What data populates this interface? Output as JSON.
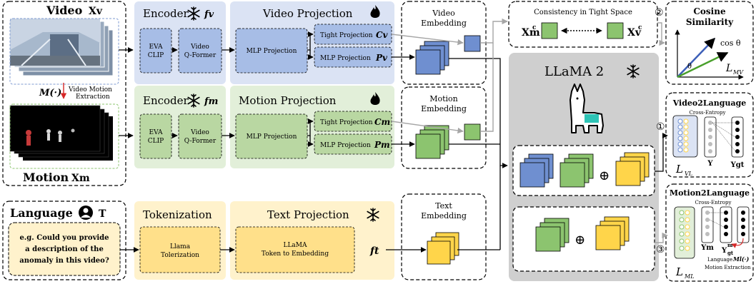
{
  "inputs": {
    "video_label": "Video",
    "video_symbol": "Xv",
    "motion_op": "M(·)",
    "motion_op_caption_1": "Video Motion",
    "motion_op_caption_2": "Extraction",
    "motion_label": "Motion",
    "motion_symbol": "Xm",
    "language_label": "Language",
    "language_symbol": "T",
    "prompt_line_1": "e.g. Could you provide",
    "prompt_line_2": "a description of the",
    "prompt_line_3": "anomaly in this video?"
  },
  "video_encoder": {
    "title": "Encoder",
    "symbol": "fv",
    "block_1_line_1": "EVA",
    "block_1_line_2": "CLIP",
    "block_2_line_1": "Video",
    "block_2_line_2": "Q-Former"
  },
  "video_projection": {
    "title": "Video Projection",
    "mlp_label": "MLP Projection",
    "tight_label": "Tight Projection",
    "tight_symbol": "Cv",
    "mlp2_label": "MLP Projection",
    "mlp2_symbol": "Pv"
  },
  "motion_encoder": {
    "title": "Encoder",
    "symbol": "fm",
    "block_1_line_1": "EVA",
    "block_1_line_2": "CLIP",
    "block_2_line_1": "Video",
    "block_2_line_2": "Q-Former"
  },
  "motion_projection": {
    "title": "Motion Projection",
    "mlp_label": "MLP Projection",
    "tight_label": "Tight Projection",
    "tight_symbol": "Cm",
    "mlp2_label": "MLP Projection",
    "mlp2_symbol": "Pm"
  },
  "tokenization": {
    "title": "Tokenization",
    "block_line_1": "Llama",
    "block_line_2": "Tolerization"
  },
  "text_projection": {
    "title": "Text Projection",
    "block_line_1": "LLaMA",
    "block_line_2": "Token to Embedding",
    "symbol": "ft"
  },
  "embeddings": {
    "video_line_1": "Video",
    "video_line_2": "Embedding",
    "motion_line_1": "Motion",
    "motion_line_2": "Embedding",
    "text_line_1": "Text",
    "text_line_2": "Embedding"
  },
  "consistency": {
    "title": "Consistency in Tight Space",
    "left_symbol": "Xm",
    "left_sup": "c",
    "right_symbol": "Xv",
    "right_sup": "c"
  },
  "llama": {
    "title": "LLaMA 2",
    "oplus_1": "⊕",
    "oplus_2": "⊕"
  },
  "cosine": {
    "title_line_1": "Cosine",
    "title_line_2": "Similarity",
    "cos_label": "cos θ",
    "theta": "θ",
    "loss": "L",
    "loss_sub": "MV",
    "step": "②"
  },
  "video2language": {
    "title": "Video2Language",
    "ce": "Cross-Entropy",
    "y_label": "Y",
    "ygt_label": "Ygt",
    "loss": "L",
    "loss_sub": "VL",
    "step": "①"
  },
  "motion2language": {
    "title": "Motion2Language",
    "ce": "Cross-Entropy",
    "ym_label": "Ym",
    "ygt_label": "Y",
    "ygt_sup": "m",
    "ygt_sub": "gt",
    "caption_1": "Language",
    "caption_op": "Ml(·)",
    "caption_2": "Motion Extraction",
    "loss": "L",
    "loss_sub": "ML",
    "step": "③"
  },
  "colors": {
    "blue_fill": "#dbe3f4",
    "blue_block": "#a7bde6",
    "green_fill": "#e2efd9",
    "green_block": "#b9d7a2",
    "yellow_fill": "#fff2cc",
    "yellow_block": "#ffe08a",
    "cube_blue": "#6f8fd0",
    "cube_green": "#8cc46f",
    "cube_yellow": "#ffd54a",
    "llama_gray": "#cfcfcf",
    "arrow_gray": "#a6a6a6"
  }
}
